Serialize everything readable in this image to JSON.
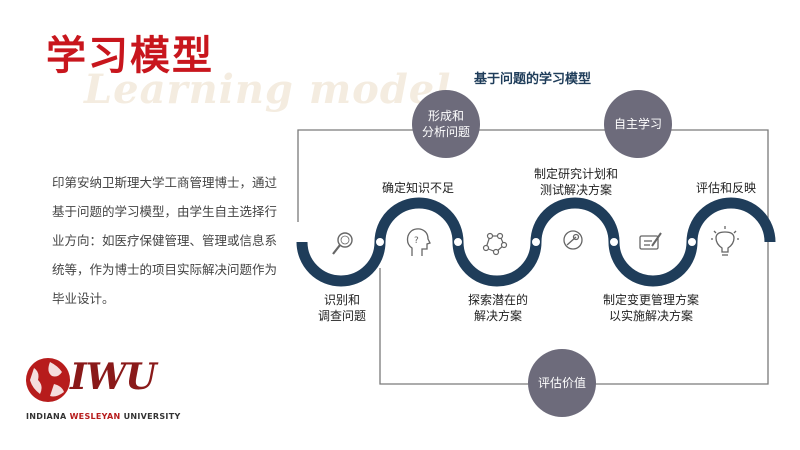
{
  "title": {
    "cn": "学习模型",
    "en": "Learning model"
  },
  "description": "印第安纳卫斯理大学工商管理博士，通过基于问题的学习模型，由学生自主选择行业方向：如医疗保健管理、管理或信息系统等，作为博士的项目实际解决问题作为毕业设计。",
  "diagram": {
    "title": "基于问题的学习模型",
    "circles": {
      "c1": "形成和\n分析问题",
      "c2": "自主学习",
      "c3": "评估价值"
    },
    "steps": [
      {
        "label": "识别和\n调查问题",
        "icon": "magnifier-icon"
      },
      {
        "label": "确定知识不足",
        "icon": "question-head-icon"
      },
      {
        "label": "探索潜在的\n解决方案",
        "icon": "molecule-icon"
      },
      {
        "label": "制定研究计划和\n测试解决方案",
        "icon": "plan-icon"
      },
      {
        "label": "制定变更管理方案\n以实施解决方案",
        "icon": "edit-icon"
      },
      {
        "label": "评估和反映",
        "icon": "lightbulb-icon"
      }
    ]
  },
  "logo": {
    "word": "IWU",
    "sub_a": "INDIANA ",
    "sub_b": "WESLEYAN",
    "sub_c": " UNIVERSITY"
  },
  "colors": {
    "brand_red": "#c8161d",
    "navy": "#1f3d5a",
    "circle_gray": "#6d6b7b"
  }
}
